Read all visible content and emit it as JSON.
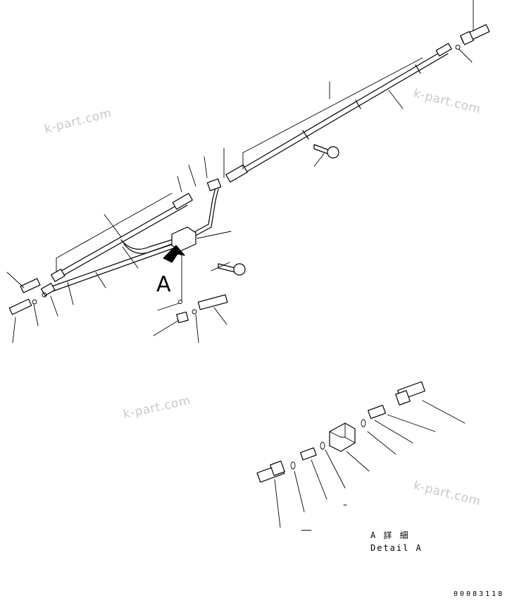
{
  "view_label": "A",
  "detail": {
    "caption_jp": "A 詳 細",
    "caption_en": "Detail A"
  },
  "drawing_code": "00083118",
  "watermarks": [
    "k-part.com",
    "k-part.com",
    "k-part.com",
    "k-part.com"
  ]
}
